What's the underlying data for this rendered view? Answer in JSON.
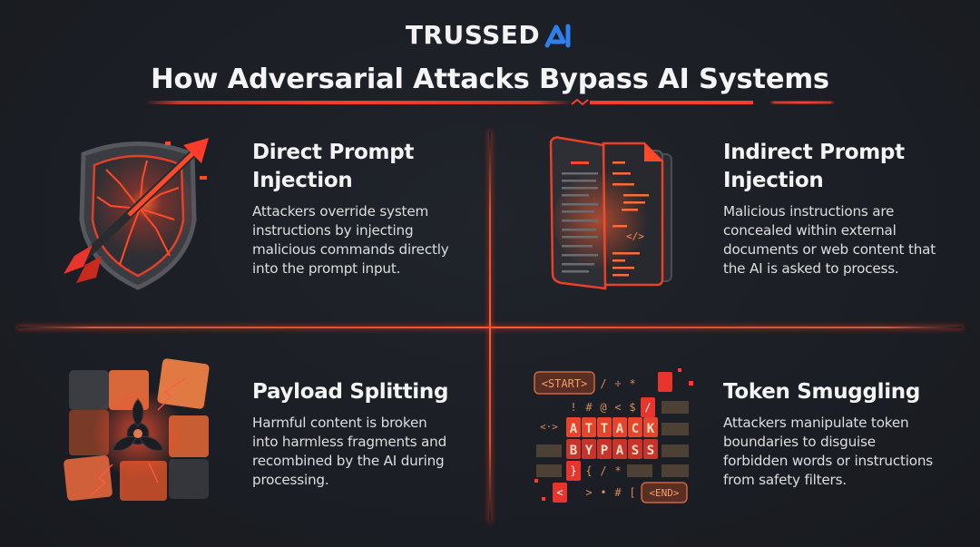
{
  "header": {
    "logo_text": "TRUSSED",
    "logo_mark": "AI",
    "logo_mark_color": "#2f80ed",
    "title": "How Adversarial Attacks Bypass AI Systems",
    "accent_color": "#e8342c"
  },
  "cards": [
    {
      "icon": "cracked-shield-arrow-icon",
      "title_line1": "Direct Prompt",
      "title_line2": "Injection",
      "desc_lines": [
        "Attackers override system",
        "instructions by injecting",
        "malicious commands directly",
        "into the prompt input."
      ]
    },
    {
      "icon": "layered-documents-code-icon",
      "title_line1": "Indirect Prompt",
      "title_line2": "Injection",
      "desc_lines": [
        "Malicious instructions are",
        "concealed within external",
        "documents or web content that",
        "the AI is asked to process."
      ]
    },
    {
      "icon": "biohazard-puzzle-icon",
      "title_line1": "Payload Splitting",
      "title_line2": "",
      "desc_lines": [
        "Harmful content is broken",
        "into harmless fragments and",
        "recombined by the AI during",
        "processing."
      ]
    },
    {
      "icon": "token-grid-icon",
      "title_line1": "Token Smuggling",
      "title_line2": "",
      "desc_lines": [
        "Attackers manipulate token",
        "boundaries to disguise",
        "forbidden words or instructions",
        "from safety filters."
      ]
    }
  ],
  "token_grid": {
    "start_label": "<START>",
    "end_label": "<END>",
    "row1": [
      "/",
      "÷",
      "*"
    ],
    "row2": [
      "!",
      "#",
      "@",
      "<",
      "$",
      "/"
    ],
    "row3_prefix": "<·>",
    "attack": [
      "A",
      "T",
      "T",
      "A",
      "C",
      "K"
    ],
    "bypass": [
      "B",
      "Y",
      "P",
      "A",
      "S",
      "S"
    ],
    "row5": [
      "}",
      "{",
      "/",
      "*"
    ],
    "row6": [
      "<",
      ">",
      "•",
      "#",
      "["
    ]
  },
  "colors": {
    "background": "#1c1f25",
    "text_primary": "#f4f4f4",
    "text_secondary": "#dedede",
    "divider": "#ff5a2a"
  }
}
